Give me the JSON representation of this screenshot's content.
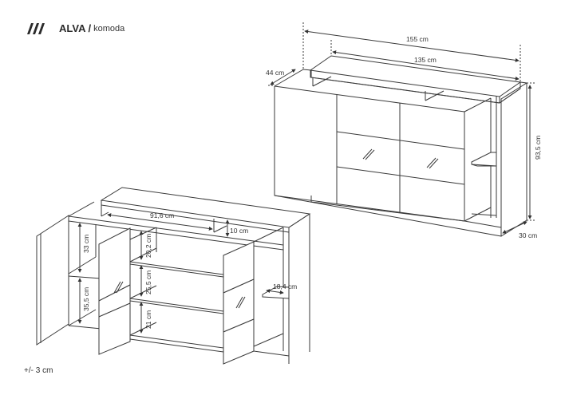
{
  "header": {
    "logo_icon": "triple-slash-logo",
    "product_name": "ALVA",
    "separator": "/",
    "product_type": "komoda"
  },
  "tolerance_note": "+/- 3 cm",
  "closed_view": {
    "dimensions": {
      "total_width": "155 cm",
      "top_shelf_width": "135 cm",
      "depth": "44 cm",
      "height": "93,5 cm",
      "body_depth": "30 cm"
    }
  },
  "open_view": {
    "dimensions": {
      "top_inner_width": "91,6 cm",
      "top_gap_height": "10 cm",
      "left_upper_height": "33 cm",
      "left_lower_height": "35,5 cm",
      "center_top_height": "20,2 cm",
      "center_middle_height": "25,5 cm",
      "center_bottom_height": "21 cm",
      "side_shelf_depth": "18,4 cm"
    }
  },
  "colors": {
    "line": "#3a3a3a",
    "text": "#333333",
    "background": "#ffffff"
  }
}
